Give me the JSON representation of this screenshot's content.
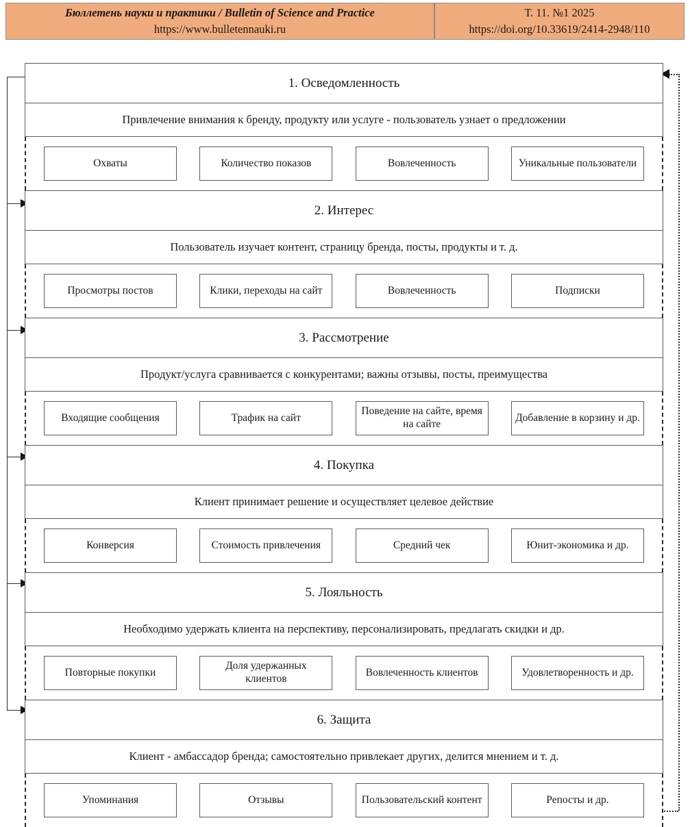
{
  "header": {
    "left": {
      "title": "Бюллетень науки и практики / Bulletin of Science and Practice",
      "url": "https://www.bulletennauki.ru"
    },
    "right": {
      "volume": "Т. 11. №1 2025",
      "doi": "https://doi.org/10.33619/2414-2948/110"
    }
  },
  "diagram": {
    "stages": [
      {
        "title": "1. Осведомленность",
        "description": "Привлечение внимания к бренду, продукту или услуге - пользователь узнает о предложении",
        "metrics": [
          "Охваты",
          "Количество показов",
          "Вовлеченность",
          "Уникальные пользователи"
        ]
      },
      {
        "title": "2. Интерес",
        "description": "Пользователь изучает контент, страницу бренда, посты, продукты и т. д.",
        "metrics": [
          "Просмотры постов",
          "Клики, переходы на сайт",
          "Вовлеченность",
          "Подписки"
        ]
      },
      {
        "title": "3. Рассмотрение",
        "description": "Продукт/услуга сравнивается с конкурентами; важны отзывы, посты, преимущества",
        "metrics": [
          "Входящие сообщения",
          "Трафик на сайт",
          "Поведение на сайте, время на сайте",
          "Добавление в корзину и др."
        ]
      },
      {
        "title": "4. Покупка",
        "description": "Клиент принимает решение и осуществляет целевое действие",
        "metrics": [
          "Конверсия",
          "Стоимость привлечения",
          "Средний чек",
          "Юнит-экономика и др."
        ]
      },
      {
        "title": "5. Лояльность",
        "description": "Необходимо удержать клиента на перспективу, персонализировать, предлагать скидки и др.",
        "metrics": [
          "Повторные покупки",
          "Доля удержанных клиентов",
          "Вовлеченность клиентов",
          "Удовлетворенность и др."
        ]
      },
      {
        "title": "6. Защита",
        "description": "Клиент - амбассадор бренда; самостоятельно привлекает других, делится мнением и т. д.",
        "metrics": [
          "Упоминания",
          "Отзывы",
          "Пользовательский контент",
          "Репосты и др."
        ]
      }
    ]
  },
  "colors": {
    "header_background": "#F0AC7D",
    "border": "#595959",
    "connector": "#2b2b2b",
    "page_background": "#ffffff"
  }
}
